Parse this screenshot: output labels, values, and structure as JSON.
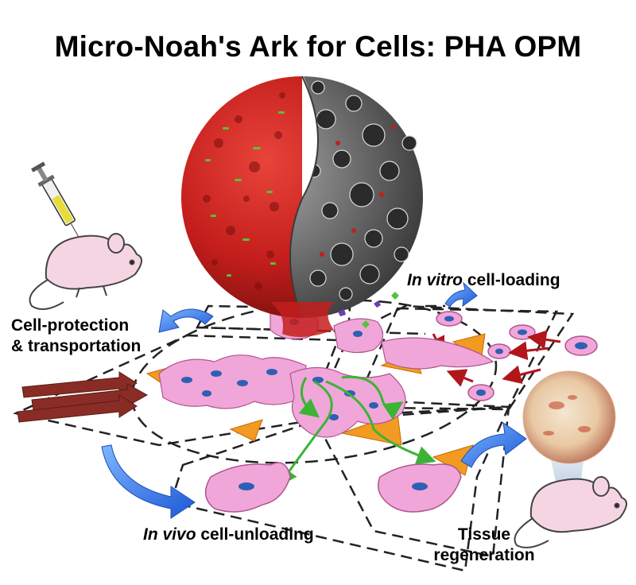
{
  "title": "Micro-Noah's Ark for Cells: PHA OPM",
  "labels": {
    "protection_line1": "Cell-protection",
    "protection_line2": "& transportation",
    "vitro_italic": "In vitro",
    "vitro_rest": " cell-loading",
    "vivo_italic": "In vivo",
    "vivo_rest": " cell-unloading",
    "tissue_line1": "Tissue",
    "tissue_line2": "regeneration"
  },
  "colors": {
    "sphere_red": "#c8201e",
    "sphere_dark": "#8e1412",
    "pore_grey": "#6e6e6e",
    "cell_pink": "#f0a6d8",
    "cell_nucleus": "#2f5fb5",
    "scaffold_orange": "#f39a22",
    "arrow_blue": "#2f6fe0",
    "arrow_green": "#3cb335",
    "arrow_red": "#b1161b",
    "arrow_maroon": "#8a2c26"
  },
  "icons": [
    "syringe-icon",
    "mouse-icon",
    "tissue-sphere-icon",
    "magnifier-cone-icon"
  ]
}
